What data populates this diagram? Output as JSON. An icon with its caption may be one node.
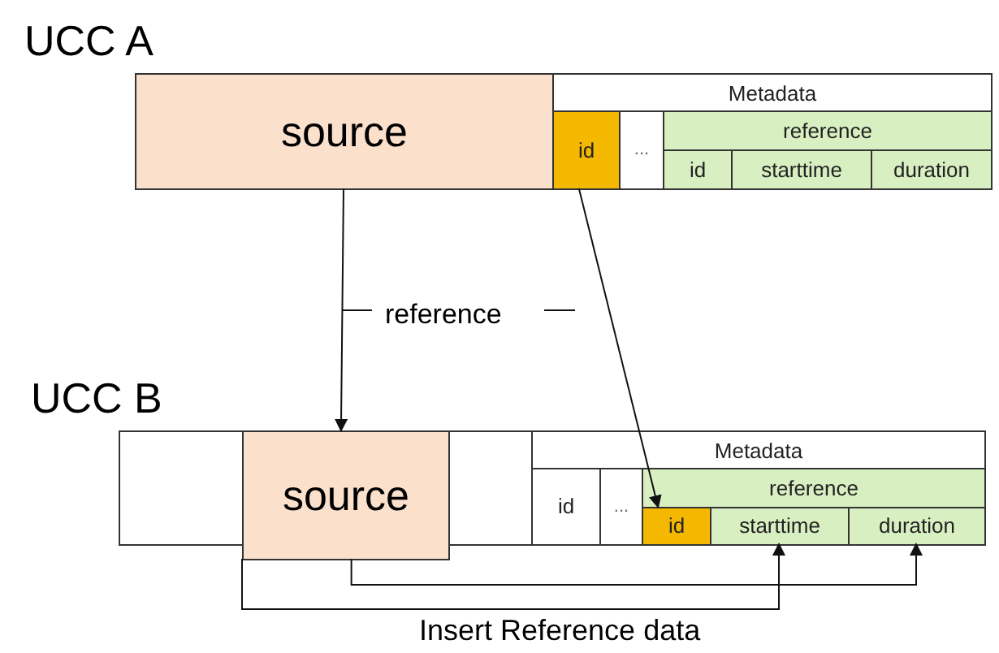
{
  "diagram": {
    "nodes": [
      {
        "text": [
          "UCC A"
        ]
      },
      {
        "text": [
          "source"
        ],
        "in": 0
      },
      {
        "text": [
          "Metadata"
        ],
        "in": 0
      },
      {
        "text": [
          "id"
        ],
        "in": 2
      },
      {
        "text": [
          "..."
        ],
        "in": 2
      },
      {
        "text": [
          "reference"
        ],
        "in": 2
      },
      {
        "text": [
          "id"
        ],
        "in": 5
      },
      {
        "text": [
          "starttime"
        ],
        "in": 5
      },
      {
        "text": [
          "duration"
        ],
        "in": 5
      },
      {
        "text": [
          "UCC B"
        ]
      },
      {
        "text": [
          "source"
        ]
      },
      {
        "text": [
          "Metadata"
        ],
        "in": 9
      },
      {
        "text": [
          "id"
        ],
        "in": 11
      },
      {
        "text": [
          "..."
        ],
        "in": 11
      },
      {
        "text": [
          "reference"
        ],
        "in": 11
      },
      {
        "text": [
          "id"
        ],
        "in": 14
      },
      {
        "text": [
          "starttime"
        ],
        "in": 14
      },
      {
        "text": [
          "duration"
        ],
        "in": 14
      }
    ],
    "edges": [
      {
        "from": 1,
        "to": 10,
        "arrow": "to"
      },
      {
        "from": 3,
        "to": 15,
        "arrow": "to"
      },
      {
        "from": 10,
        "to": 16,
        "arrow": "to"
      },
      {
        "from": 10,
        "to": 17,
        "arrow": "to"
      }
    ],
    "labels": [
      "reference",
      "Insert Reference data"
    ]
  }
}
